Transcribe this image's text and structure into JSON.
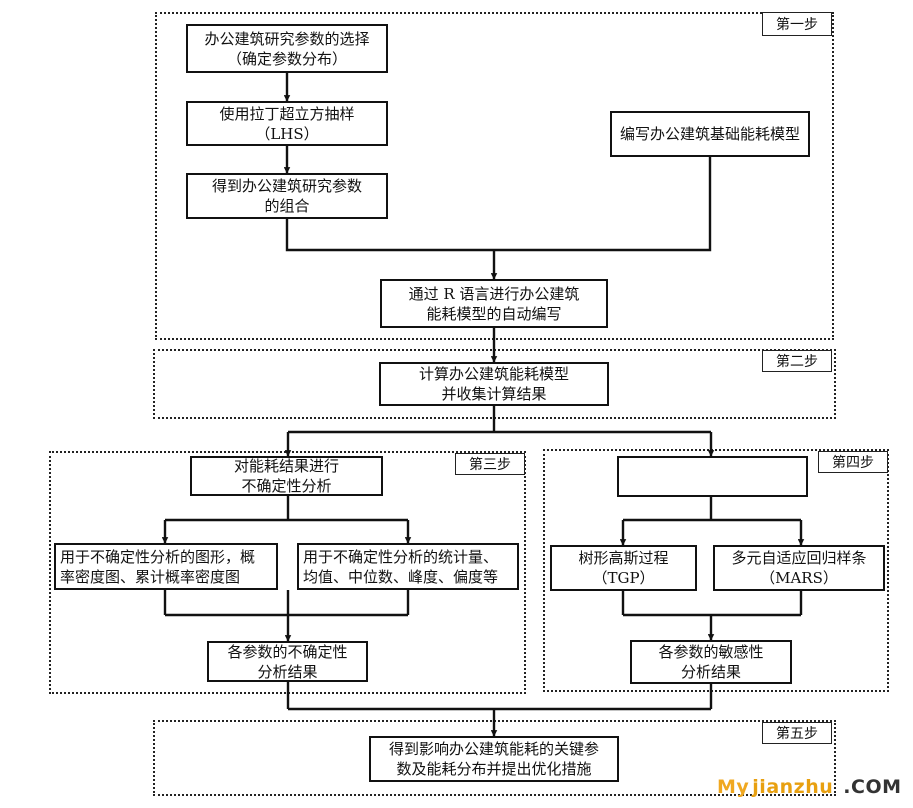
{
  "steps": {
    "step1": "第一步",
    "step2": "第二步",
    "step3": "第三步",
    "step4": "第四步",
    "step5": "第五步"
  },
  "nodes": {
    "param_select": [
      "办公建筑研究参数的选择",
      "（确定参数分布）"
    ],
    "lhs": [
      "使用拉丁超立方抽样",
      "（LHS）"
    ],
    "param_combo": [
      "得到办公建筑研究参数",
      "的组合"
    ],
    "base_model": [
      "编写办公建筑基础能耗模型"
    ],
    "r_auto": [
      "通过 R 语言进行办公建筑",
      "能耗模型的自动编写"
    ],
    "compute": [
      "计算办公建筑能耗模型",
      "并收集计算结果"
    ],
    "uncertainty": [
      "对能耗结果进行",
      "不确定性分析"
    ],
    "graphs": [
      "用于不确定性分析的图形，概",
      "率密度图、累计概率密度图"
    ],
    "stats": [
      "用于不确定性分析的统计量、",
      "均值、中位数、峰度、偏度等"
    ],
    "uncertainty_result": [
      "各参数的不确定性",
      "分析结果"
    ],
    "sensitivity_blank": [],
    "tgp": [
      "树形高斯过程",
      "（TGP）"
    ],
    "mars": [
      "多元自适应回归样条",
      "（MARS）"
    ],
    "sensitivity_result": [
      "各参数的敏感性",
      "分析结果"
    ],
    "final": [
      "得到影响办公建筑能耗的关键参",
      "数及能耗分布并提出优化措施"
    ]
  },
  "watermark": {
    "part1": "My",
    "part2": "jianzhu",
    "part3": ".COM"
  },
  "colors": {
    "line": "#111111",
    "watermark_orange": "#f0a820",
    "watermark_gray": "#333333"
  }
}
